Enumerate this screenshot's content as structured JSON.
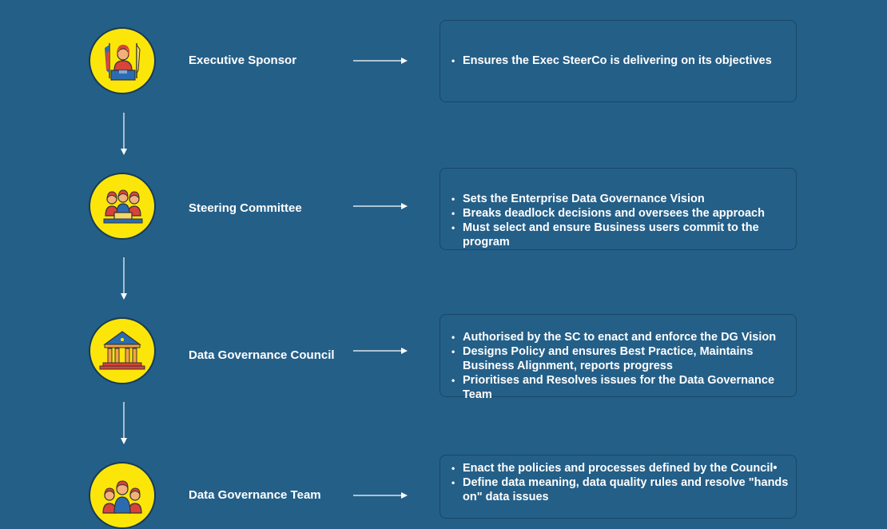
{
  "tiers": [
    {
      "role": "Executive Sponsor",
      "icon": "executive-sponsor-icon",
      "bullets": [
        "Ensures the Exec SteerCo is delivering on its objectives"
      ]
    },
    {
      "role": "Steering Committee",
      "icon": "committee-group-icon",
      "bullets": [
        "Sets the Enterprise Data Governance Vision",
        "Breaks deadlock decisions and oversees the approach",
        "Must select and ensure Business users commit to the program"
      ]
    },
    {
      "role": "Data Governance Council",
      "icon": "government-building-icon",
      "bullets": [
        "Authorised by the SC to enact and enforce the DG Vision",
        "Designs Policy and ensures Best Practice, Maintains Business Alignment, reports progress",
        "Prioritises and Resolves issues for the Data Governance Team"
      ]
    },
    {
      "role": "Data Governance Team",
      "icon": "team-people-icon",
      "bullets": [
        "Enact the policies and processes defined by the Council•",
        "Define data meaning, data quality rules and resolve \"hands on\" data issues"
      ]
    }
  ],
  "colors": {
    "background": "#245f88",
    "badge_fill": "#fce60a",
    "text": "#ffffff"
  }
}
